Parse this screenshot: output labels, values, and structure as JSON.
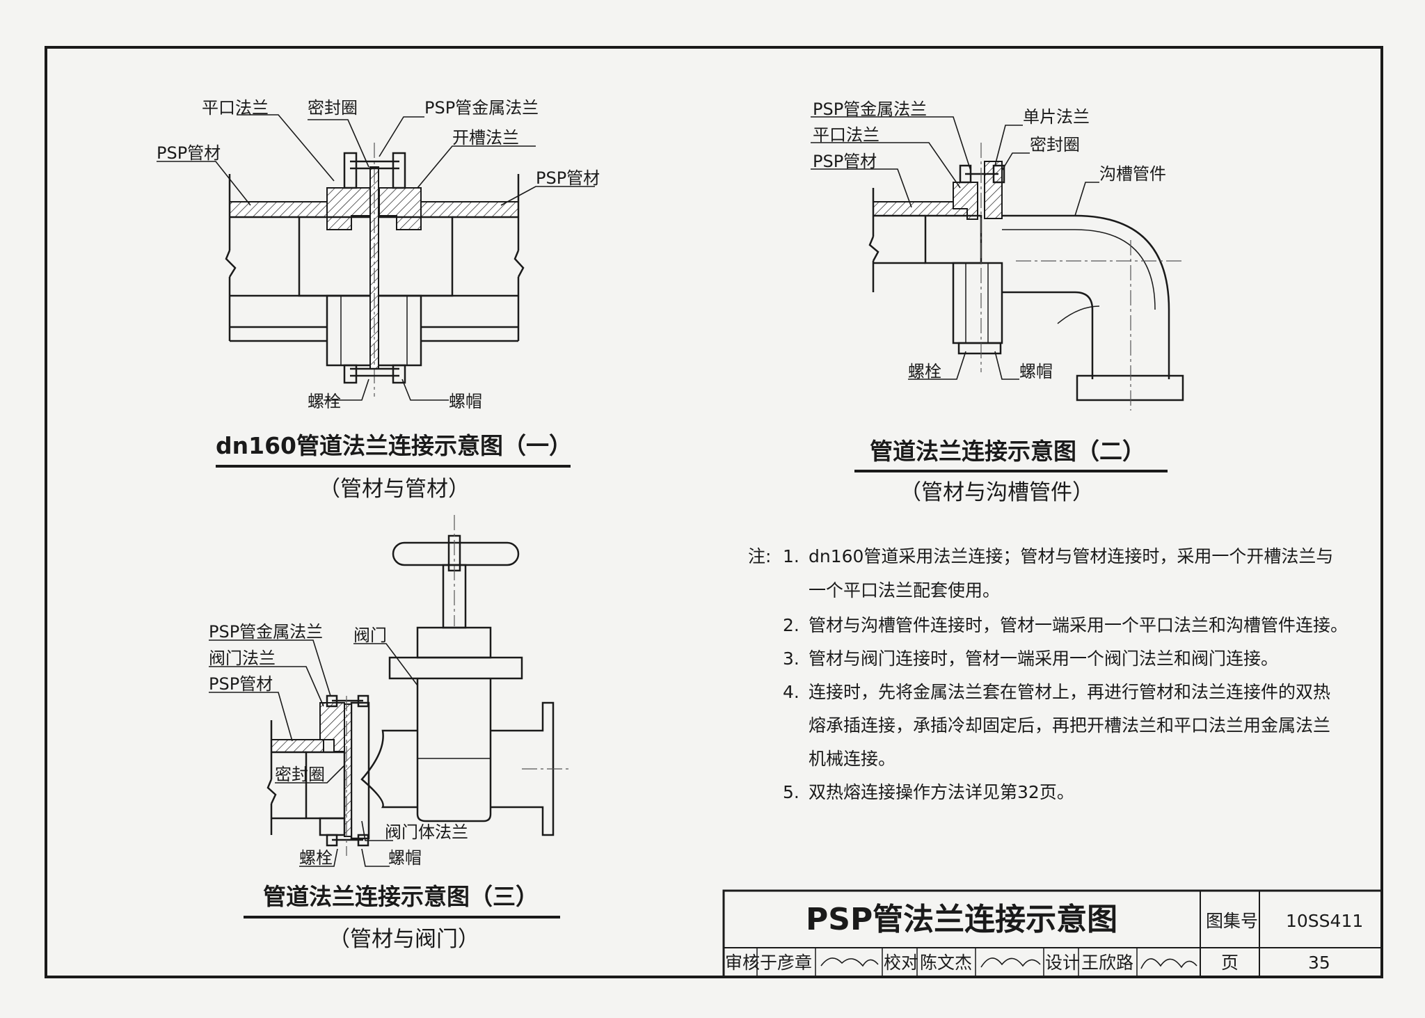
{
  "fig1": {
    "labels": {
      "flat_flange": "平口法兰",
      "seal_ring": "密封圈",
      "psp_metal_flange": "PSP管金属法兰",
      "slotted_flange": "开槽法兰",
      "psp_pipe_left": "PSP管材",
      "psp_pipe_right": "PSP管材",
      "bolt": "螺栓",
      "nut": "螺帽"
    },
    "title": "dn160管道法兰连接示意图（一）",
    "subtitle": "（管材与管材）"
  },
  "fig2": {
    "labels": {
      "psp_metal_flange": "PSP管金属法兰",
      "flat_flange": "平口法兰",
      "psp_pipe": "PSP管材",
      "single_flange": "单片法兰",
      "seal_ring": "密封圈",
      "groove_fitting": "沟槽管件",
      "bolt": "螺栓",
      "nut": "螺帽"
    },
    "title": "管道法兰连接示意图（二）",
    "subtitle": "（管材与沟槽管件）"
  },
  "fig3": {
    "labels": {
      "psp_metal_flange": "PSP管金属法兰",
      "valve_flange": "阀门法兰",
      "psp_pipe": "PSP管材",
      "valve": "阀门",
      "seal_ring": "密封圈",
      "valve_body_flange": "阀门体法兰",
      "bolt": "螺栓",
      "nut": "螺帽"
    },
    "title": "管道法兰连接示意图（三）",
    "subtitle": "（管材与阀门）"
  },
  "notes": {
    "prefix": "注:",
    "items": [
      {
        "num": "1.",
        "lines": [
          "dn160管道采用法兰连接；管材与管材连接时，采用一个开槽法兰与",
          "一个平口法兰配套使用。"
        ]
      },
      {
        "num": "2.",
        "lines": [
          "管材与沟槽管件连接时，管材一端采用一个平口法兰和沟槽管件连接。"
        ]
      },
      {
        "num": "3.",
        "lines": [
          "管材与阀门连接时，管材一端采用一个阀门法兰和阀门连接。"
        ]
      },
      {
        "num": "4.",
        "lines": [
          "连接时，先将金属法兰套在管材上，再进行管材和法兰连接件的双热",
          "熔承插连接，承插冷却固定后，再把开槽法兰和平口法兰用金属法兰",
          "机械连接。"
        ]
      },
      {
        "num": "5.",
        "lines": [
          "双热熔连接操作方法详见第32页。"
        ]
      }
    ]
  },
  "title_block": {
    "title": "PSP管法兰连接示意图",
    "atlas_label": "图集号",
    "atlas_no": "10SS411",
    "page_label": "页",
    "page_no": "35",
    "review_label": "审核",
    "reviewer": "于彦章",
    "check_label": "校对",
    "checker": "陈文杰",
    "design_label": "设计",
    "designer": "王欣路"
  }
}
